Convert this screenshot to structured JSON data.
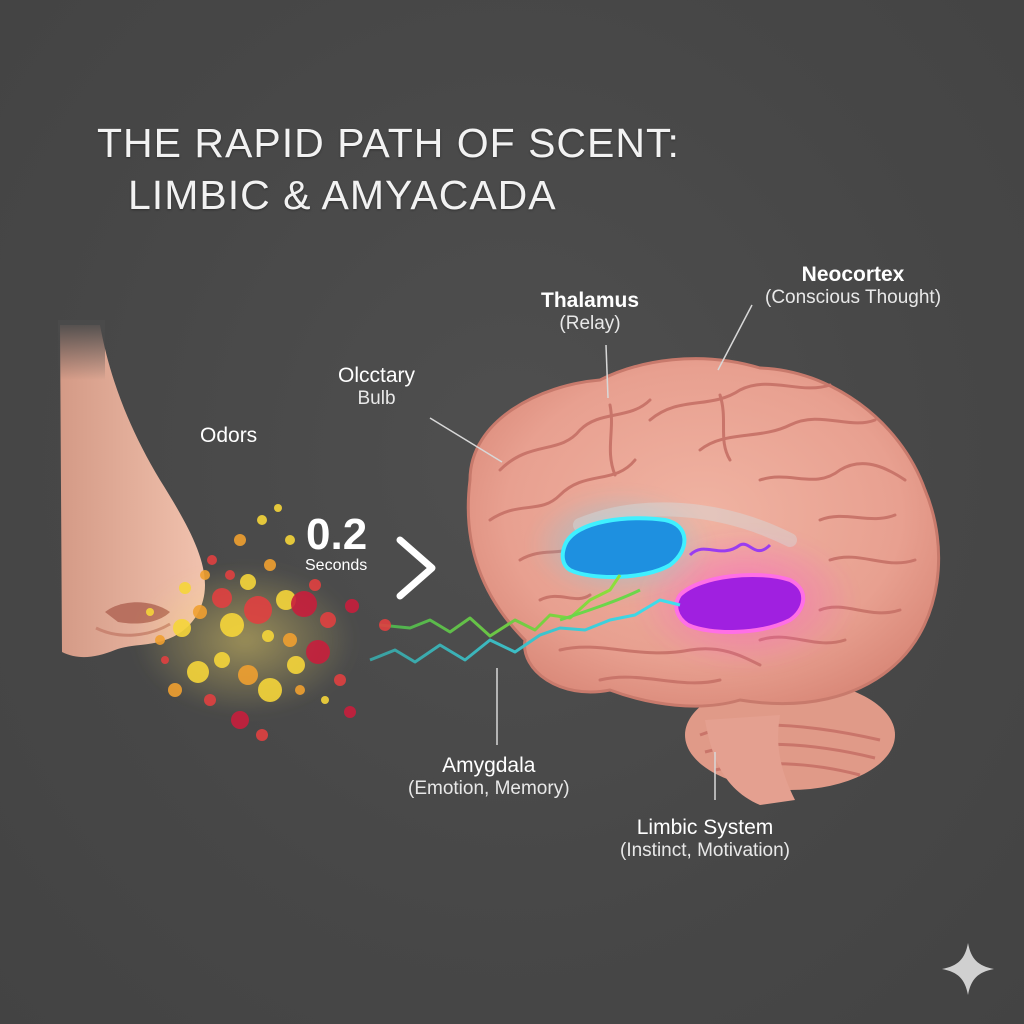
{
  "title": {
    "line1": "THE RAPID PATH OF SCENT:",
    "line2": "LIMBIC & AMYACADA"
  },
  "labels": {
    "odors": "Odors",
    "olfactory_name": "Olcctary",
    "olfactory_sub": "Bulb",
    "thalamus_name": "Thalamus",
    "thalamus_sub": "(Relay)",
    "neocortex_name": "Neocortex",
    "neocortex_sub": "(Conscious Thought)",
    "amygdala_name": "Amygdala",
    "amygdala_sub": "(Emotion, Memory)",
    "limbic_name": "Limbic System",
    "limbic_sub": "(Instinct, Motivation)"
  },
  "timing": {
    "value": "0.2",
    "unit": "Seconds"
  },
  "icons": [
    "chevron-right-icon",
    "sparkle-icon"
  ],
  "colors": {
    "background": "#4a4a4a",
    "brain": "#e8a393",
    "brain_folds": "#c9756a",
    "thalamus": "#1e90e0",
    "amygdala": "#a020e0",
    "pathway_green": "#6bd64a",
    "pathway_cyan": "#3fd0e0",
    "odor_particles": [
      "#f5d53a",
      "#f0a030",
      "#e04040",
      "#c81e3c"
    ]
  }
}
